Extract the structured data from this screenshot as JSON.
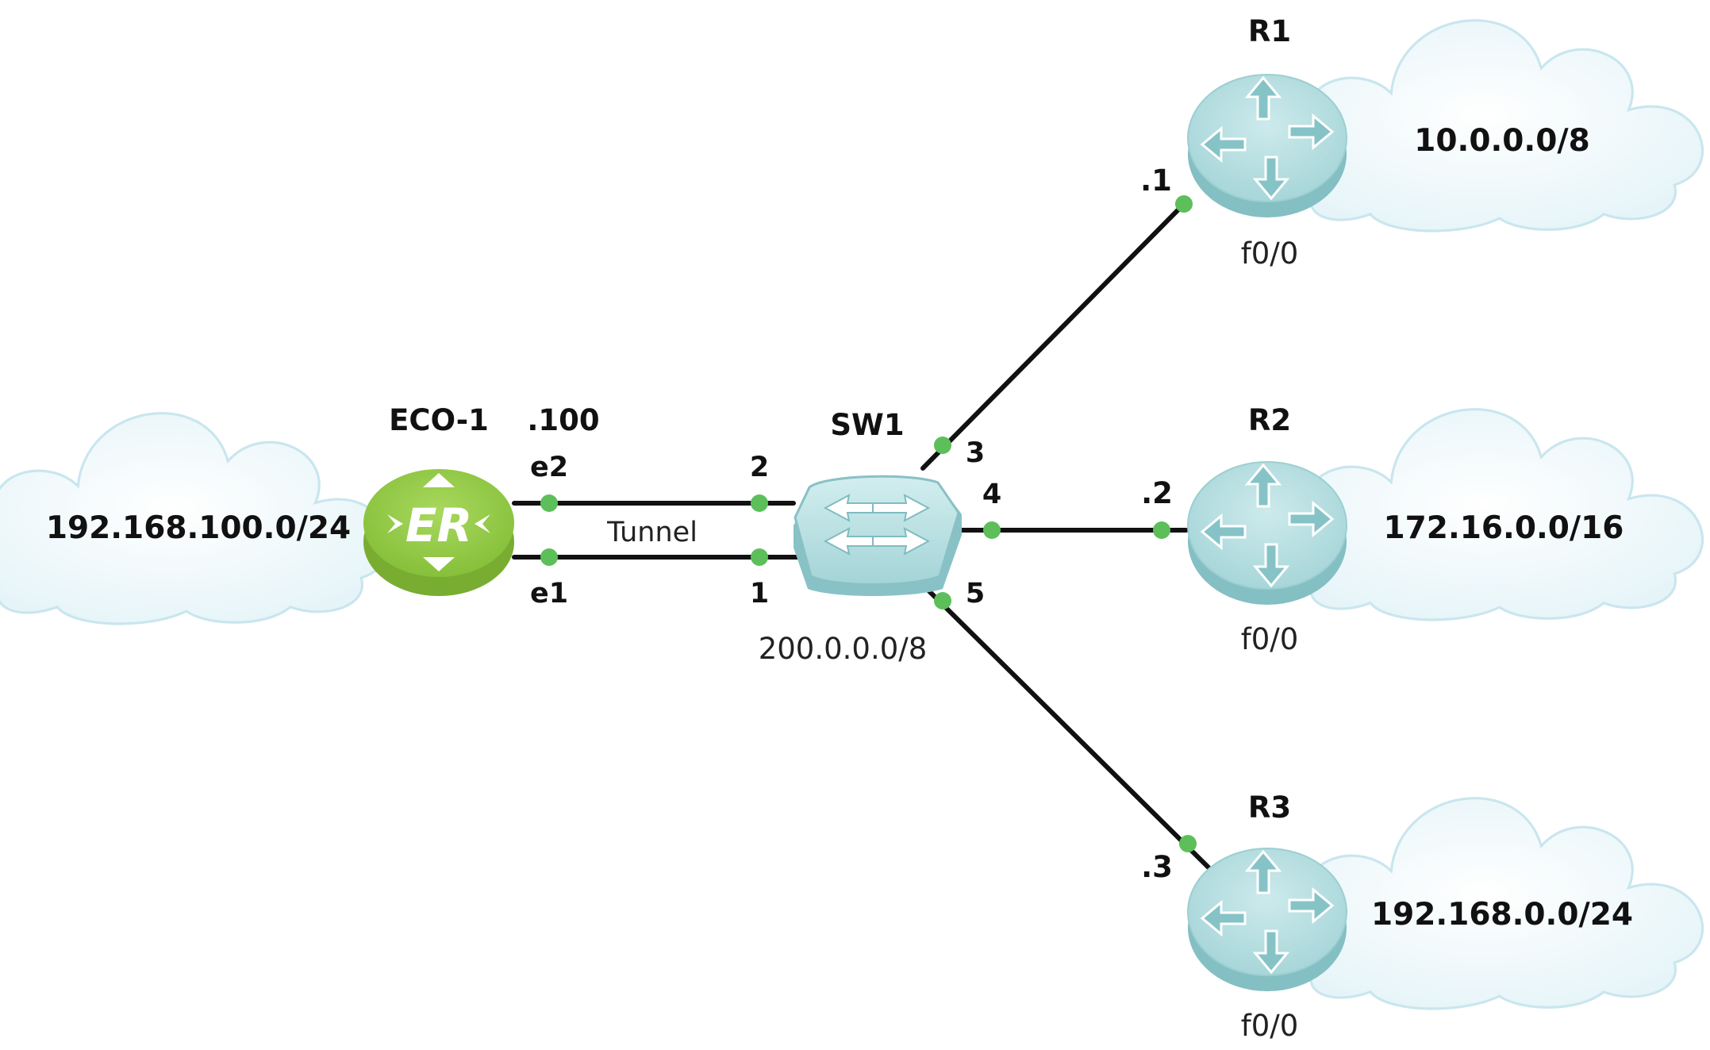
{
  "colors": {
    "device": "#9fd0d3",
    "device_dark": "#7fbcc1",
    "eco": "#8cc63f",
    "port": "#5cbf5a",
    "cloud": "#eef8fb",
    "link": "#111111"
  },
  "clouds": {
    "left": "192.168.100.0/24",
    "r1": "10.0.0.0/8",
    "r2": "172.16.0.0/16",
    "r3": "192.168.0.0/24"
  },
  "devices": {
    "eco": {
      "name": "ECO-1",
      "logo_text": "ER",
      "address": ".100"
    },
    "sw1": {
      "name": "SW1",
      "subnet": "200.0.0.0/8"
    },
    "r1": {
      "name": "R1",
      "address": ".1",
      "interface": "f0/0"
    },
    "r2": {
      "name": "R2",
      "address": ".2",
      "interface": "f0/0"
    },
    "r3": {
      "name": "R3",
      "address": ".3",
      "interface": "f0/0"
    }
  },
  "ports": {
    "eco_e2": "e2",
    "eco_e1": "e1",
    "sw_2": "2",
    "sw_1": "1",
    "sw_3": "3",
    "sw_4": "4",
    "sw_5": "5"
  },
  "links": {
    "tunnel_label": "Tunnel"
  }
}
